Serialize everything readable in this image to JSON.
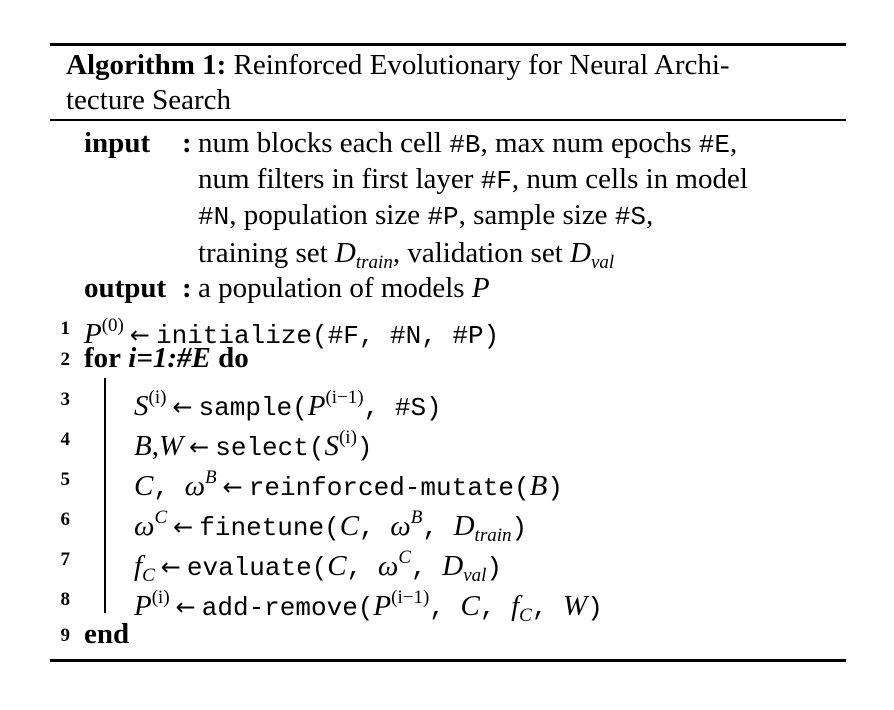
{
  "caption": {
    "label": "Algorithm 1:",
    "title": "Reinforced Evolutionary for Neural Architecture Search",
    "title_line1": "Reinforced Evolutionary for Neural Archi-",
    "title_line2": "tecture Search"
  },
  "input": {
    "label": "input",
    "colon": ":",
    "line1": [
      "num blocks each cell ",
      "#B",
      ", max num epochs ",
      "#E",
      ","
    ],
    "line2": [
      "num filters in first layer ",
      "#F",
      ", num cells in model"
    ],
    "line3": [
      "#N",
      ", population size ",
      "#P",
      ", sample size ",
      "#S",
      ","
    ],
    "line4": [
      "training set ",
      "D",
      "train",
      ", validation set ",
      "D",
      "val"
    ]
  },
  "output": {
    "label": "output",
    "colon": ":",
    "text": "a population of models ",
    "var": "P"
  },
  "lines": [
    {
      "num": "1"
    },
    {
      "num": "2"
    },
    {
      "num": "3"
    },
    {
      "num": "4"
    },
    {
      "num": "5"
    },
    {
      "num": "6"
    },
    {
      "num": "7"
    },
    {
      "num": "8"
    },
    {
      "num": "9"
    }
  ],
  "tokens": {
    "P": "P",
    "S": "S",
    "B": "B",
    "W": "W",
    "C": "C",
    "omega": "ω",
    "f": "f",
    "D": "D",
    "sup0": "(0)",
    "supi": "(i)",
    "supim1": "(i−1)",
    "supB": "B",
    "supC": "C",
    "subC": "C",
    "subtrain": "train",
    "subval": "val",
    "arrow": "←",
    "initialize": "initialize(#F, #N, #P)",
    "for_kw": "for",
    "for_range": "i=1:#E",
    "do_kw": "do",
    "sample_open": "sample(",
    "sample_close": ", #S)",
    "select_open": "select(",
    "select_close": ")",
    "comma": ",",
    "commasp": ", ",
    "mutate_open": "reinforced-mutate(",
    "mutate_close": ")",
    "finetune_open": "finetune(",
    "close": ")",
    "evaluate_open": "evaluate(",
    "addremove_open": "add-remove(",
    "end_kw": "end"
  }
}
